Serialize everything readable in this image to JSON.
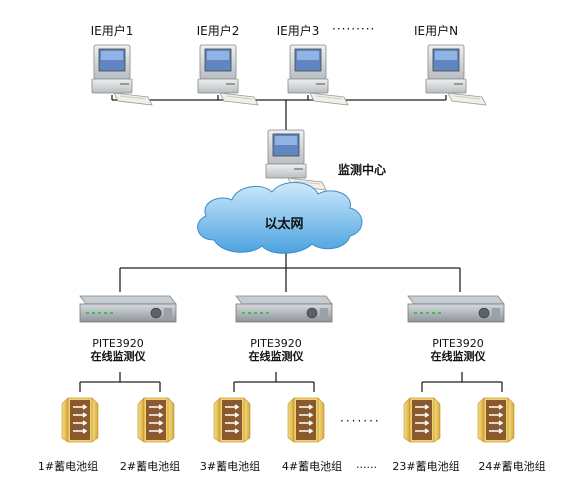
{
  "users": [
    {
      "label": "IE用户1"
    },
    {
      "label": "IE用户2"
    },
    {
      "label": "IE用户3"
    },
    {
      "label": "IE用户N"
    }
  ],
  "users_ellipsis": "·········",
  "center": {
    "label": "监测中心"
  },
  "network": {
    "label": "以太网"
  },
  "monitors": [
    {
      "model": "PITE3920",
      "name": "在线监测仪"
    },
    {
      "model": "PITE3920",
      "name": "在线监测仪"
    },
    {
      "model": "PITE3920",
      "name": "在线监测仪"
    }
  ],
  "batteries": [
    {
      "label": "1#蓄电池组"
    },
    {
      "label": "2#蓄电池组"
    },
    {
      "label": "3#蓄电池组"
    },
    {
      "label": "4#蓄电池组"
    },
    {
      "label": "23#蓄电池组"
    },
    {
      "label": "24#蓄电池组"
    }
  ],
  "battery_ellipsis_mid": "·······",
  "battery_ellipsis_label": "......",
  "colors": {
    "line": "#222222",
    "cloud": "#5fb0e6",
    "cloud_light": "#cfe9fb",
    "device": "#aeb4b8",
    "screen": "#5f86c0",
    "battery_gold": "#e6c34a",
    "battery_brown": "#8a5a2e",
    "arrow": "#ffffff"
  }
}
